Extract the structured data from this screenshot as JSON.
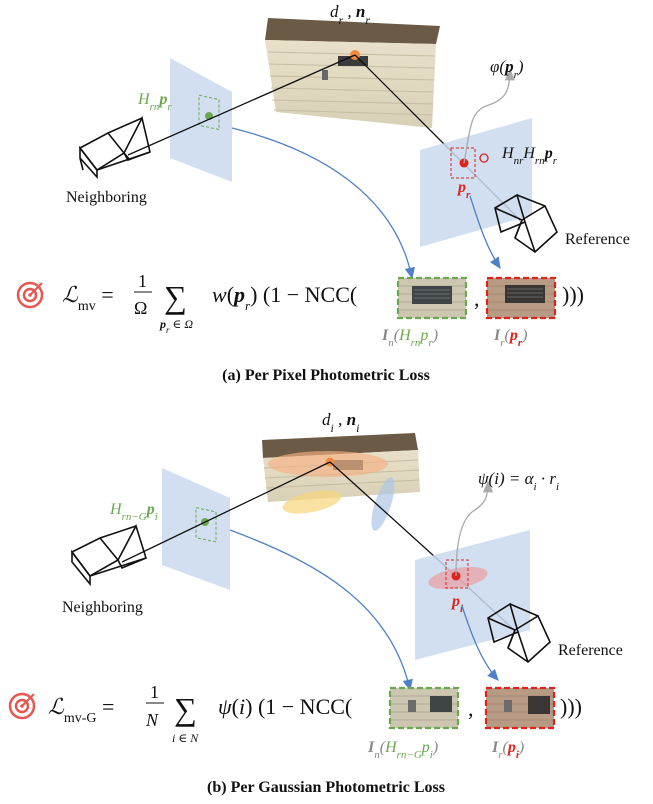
{
  "panel_a": {
    "top_label": "d_r , n_r",
    "phi_label": "φ(p_r)",
    "h_label": "H_rn p_r",
    "hnr_label": "H_nr H_rn p_r",
    "p_label": "p_r",
    "neighbor_label": "Neighboring",
    "reference_label": "Reference",
    "loss": "ℒ_mv = 1/Ω Σ_{p_r∈Ω} w(p_r) (1 − NCC( , ))",
    "patch_n_label": "I_n(H_rn p_r)",
    "patch_r_label": "I_r(p_r)",
    "caption": "(a) Per Pixel Photometric Loss"
  },
  "panel_b": {
    "top_label": "d_i , n_i",
    "psi_label": "ψ(i) = α_i · r_i",
    "h_label": "H_rn−G p_i",
    "p_label": "p_i",
    "neighbor_label": "Neighboring",
    "reference_label": "Reference",
    "loss": "ℒ_mv-G = 1/N Σ_{i∈N} ψ(i) (1 − NCC( , ))",
    "patch_n_label": "I_n(H_rn−G p_i)",
    "patch_r_label": "I_r(p_i)",
    "caption": "(b) Per Gaussian Photometric Loss"
  },
  "colors": {
    "green": "#6aa84f",
    "red": "#e0221a",
    "orange": "#f08a3c",
    "plane": "#c9d9ef",
    "arrow_blue": "#4f81c7",
    "grey": "#999999",
    "target": "#e8564f"
  }
}
